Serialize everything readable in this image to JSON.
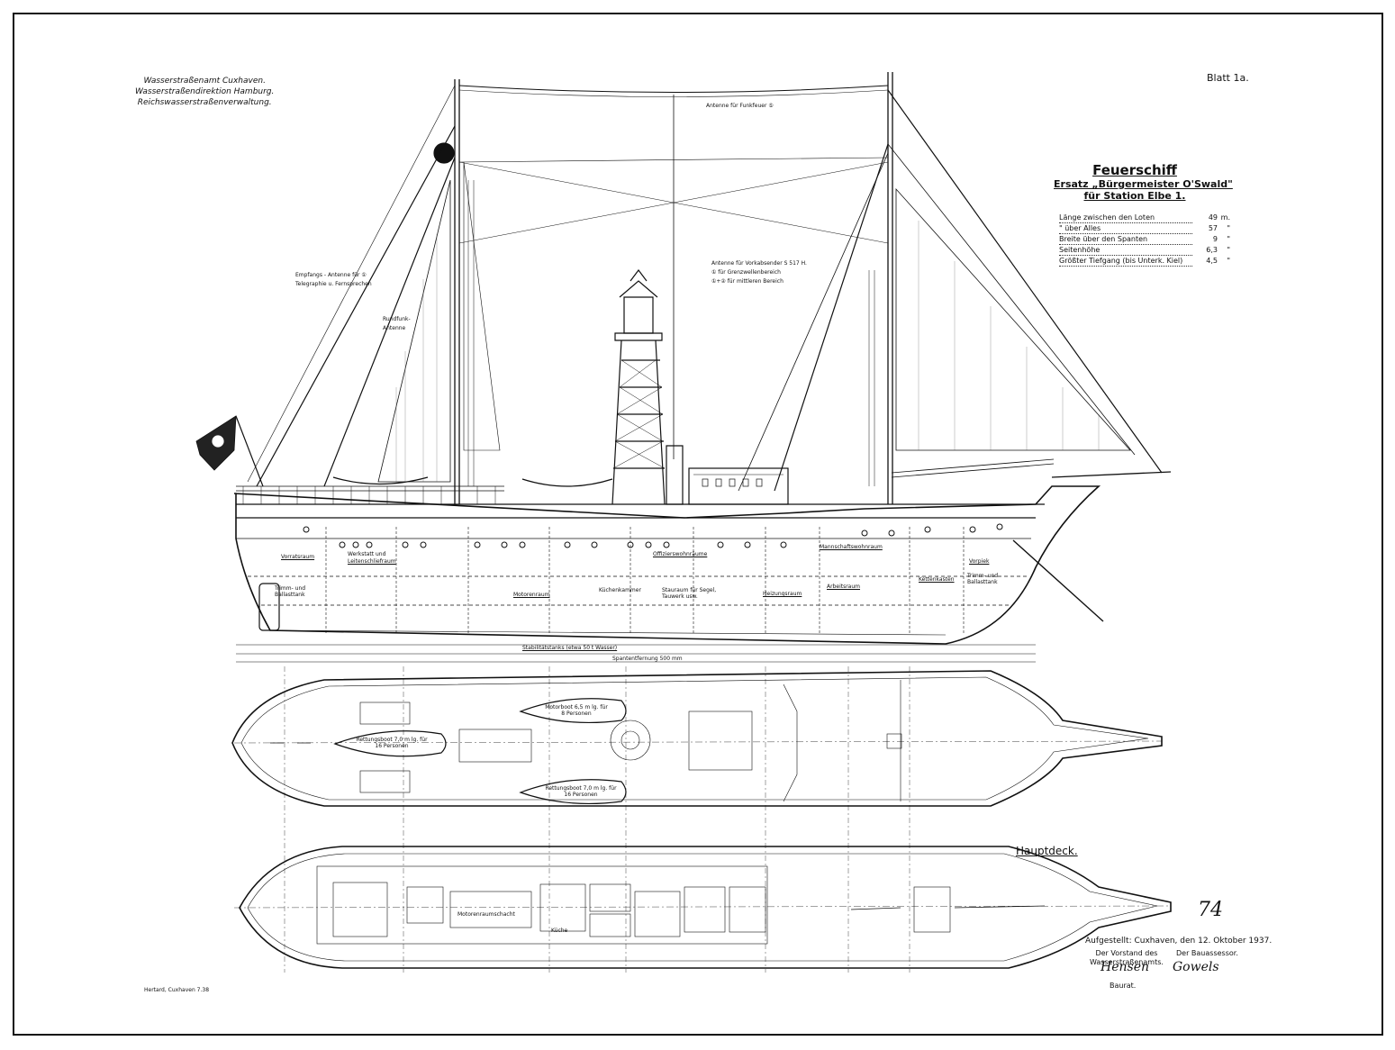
{
  "authority": {
    "line1": "Wasserstraßenamt Cuxhaven.",
    "line2": "Wasserstraßendirektion Hamburg.",
    "line3": "Reichswasserstraßenverwaltung."
  },
  "sheet_label": "Blatt 1a.",
  "title": {
    "main": "Feuerschiff",
    "line2": "Ersatz „Bürgermeister O'Swald\"",
    "line3": "für Station Elbe 1."
  },
  "dimensions": [
    {
      "label": "Länge zwischen den Loten",
      "value": "49",
      "unit": "m."
    },
    {
      "label": "\"    über Alles",
      "value": "57",
      "unit": "\""
    },
    {
      "label": "Breite über den Spanten",
      "value": "9",
      "unit": "\""
    },
    {
      "label": "Seitenhöhe",
      "value": "6,3",
      "unit": "\""
    },
    {
      "label": "Größter Tiefgang (bis Unterk. Kiel)",
      "value": "4,5",
      "unit": "\""
    }
  ],
  "rig_labels": {
    "antenna_funkfeuer": "Antenne für Funkfeuer ⑤",
    "empfangs_antenne": "Empfangs - Antenne für ①",
    "telegraphie": "Telegraphie u. Fernsprechen",
    "rundfunk": "Rundfunk-",
    "antenne": "Antenne",
    "antenne_vorkabsender": "Antenne für Vorkabsender S 517 H.",
    "grenzwellen": "① für Grenzwellenbereich",
    "mittlerer": "①+② für mittleren Bereich"
  },
  "hold_labels": {
    "vorratsraum": "Vorratsraum",
    "werkstatt": "Werkstatt und",
    "lotsen": "Leitenschliefraum",
    "trimm_ballast": "Trimm- und Ballasttank",
    "motorenraum": "Motorenraum",
    "mannschaft": "Mannschaftswohnraum",
    "offiziere": "Offizierswohnräume",
    "kuchen": "Küchenkammer",
    "stauraum": "Stauraum für Segel, Tauwerk usw.",
    "heizung": "Heizungsraum",
    "arbeitsraum": "Arbeitsraum",
    "kettenkasten": "Kettenkasten",
    "vorpiek": "Vorpiek",
    "trimm_vorn": "Trimm- und Ballasttank",
    "stabilitaet": "Stabilitätstanks (etwa 50 t Wasser)",
    "spantentfernung": "Spantentfernung 500 mm"
  },
  "deck_labels": {
    "motorboot": "Motorboot 6,5 m lg. für 8 Personen",
    "rettungsboot1": "Rettungsboot 7,0 m lg. für 16 Personen",
    "rettungsboot2": "Rettungsboot 7,0 m lg. für 16 Personen",
    "hauptdeck": "Hauptdeck.",
    "motorenraumschacht": "Motorenraumschacht",
    "kuche": "Küche"
  },
  "footer": {
    "aufgestellt": "Aufgestellt: Cuxhaven, den 12. Oktober 1937.",
    "vorstand1": "Der Vorstand des",
    "vorstand2": "Wasserstraßenamts.",
    "bauassessor": "Der Bauassessor.",
    "baurat": "Baurat.",
    "sig1": "Hensen",
    "sig2": "Gowels",
    "page_number": "74",
    "printer": "Hertard, Cuxhaven 7.38"
  }
}
